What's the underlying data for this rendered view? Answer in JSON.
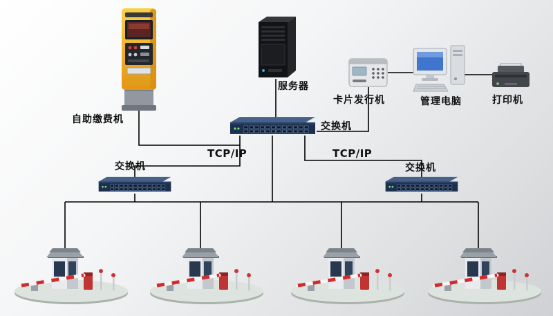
{
  "diagram": {
    "type": "network-topology",
    "labels": {
      "kiosk": "自助缴费机",
      "server": "服务器",
      "card_issuer": "卡片发行机",
      "management_pc": "管理电脑",
      "printer": "打印机",
      "switch_main": "交换机",
      "switch_left": "交换机",
      "switch_right": "交换机",
      "protocol_left": "TCP/IP",
      "protocol_right": "TCP/IP"
    },
    "nodes": [
      "self-service-payment-kiosk",
      "server",
      "card-issuer",
      "management-pc",
      "printer",
      "main-switch",
      "left-switch",
      "right-switch",
      "gate-station-1",
      "gate-station-2",
      "gate-station-3",
      "gate-station-4"
    ],
    "connections": [
      {
        "from": "self-service-payment-kiosk",
        "to": "main-switch"
      },
      {
        "from": "server",
        "to": "main-switch"
      },
      {
        "from": "card-issuer",
        "to": "management-pc"
      },
      {
        "from": "management-pc",
        "to": "printer"
      },
      {
        "from": "card-issuer",
        "to": "main-switch"
      },
      {
        "from": "main-switch",
        "to": "left-switch",
        "protocol": "TCP/IP"
      },
      {
        "from": "main-switch",
        "to": "right-switch",
        "protocol": "TCP/IP"
      },
      {
        "from": "main-switch",
        "to": "lane-bus"
      },
      {
        "from": "left-switch",
        "to": "lane-bus"
      },
      {
        "from": "right-switch",
        "to": "lane-bus"
      },
      {
        "from": "lane-bus",
        "to": "gate-station-1"
      },
      {
        "from": "lane-bus",
        "to": "gate-station-2"
      },
      {
        "from": "lane-bus",
        "to": "gate-station-3"
      },
      {
        "from": "lane-bus",
        "to": "gate-station-4"
      }
    ],
    "colors": {
      "line": "#000000",
      "kiosk_body": "#f3c033",
      "switch_front": "#1d2f4e",
      "barrier_red": "#d22b2b",
      "screen_blue": "#3f74cf",
      "background_top": "#ffffff",
      "background_bottom": "#cfd1d4"
    }
  }
}
